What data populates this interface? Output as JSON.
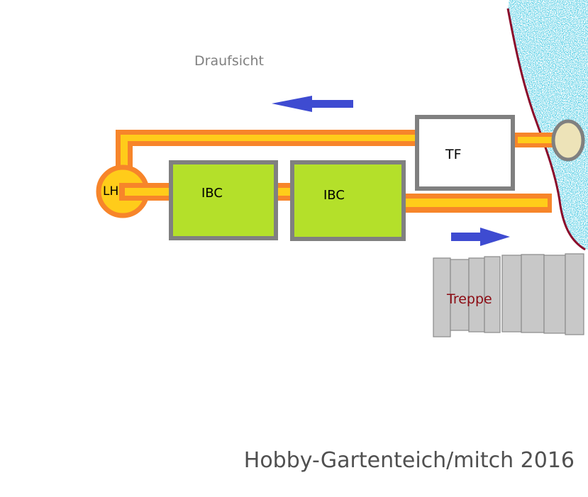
{
  "title": "Draufsicht",
  "labels": {
    "tf": "TF",
    "lh": "LH",
    "ibc_1": "IBC",
    "ibc_2": "IBC",
    "treppe": "Treppe"
  },
  "footer": "Hobby-Gartenteich/mitch 2016",
  "colors": {
    "pipe_outer": "#f7852a",
    "pipe_inner": "#ffcc1a",
    "ibc_fill": "#b4e02a",
    "box_border": "#808080",
    "arrow": "#3e4bd1",
    "pond_blue": "#1fa3c9",
    "pond_edge": "#8b0a2a",
    "stairs": "#c8c8c8",
    "treppe_text": "#8b0a12",
    "title_text": "#808080",
    "footer_text": "#505050"
  }
}
